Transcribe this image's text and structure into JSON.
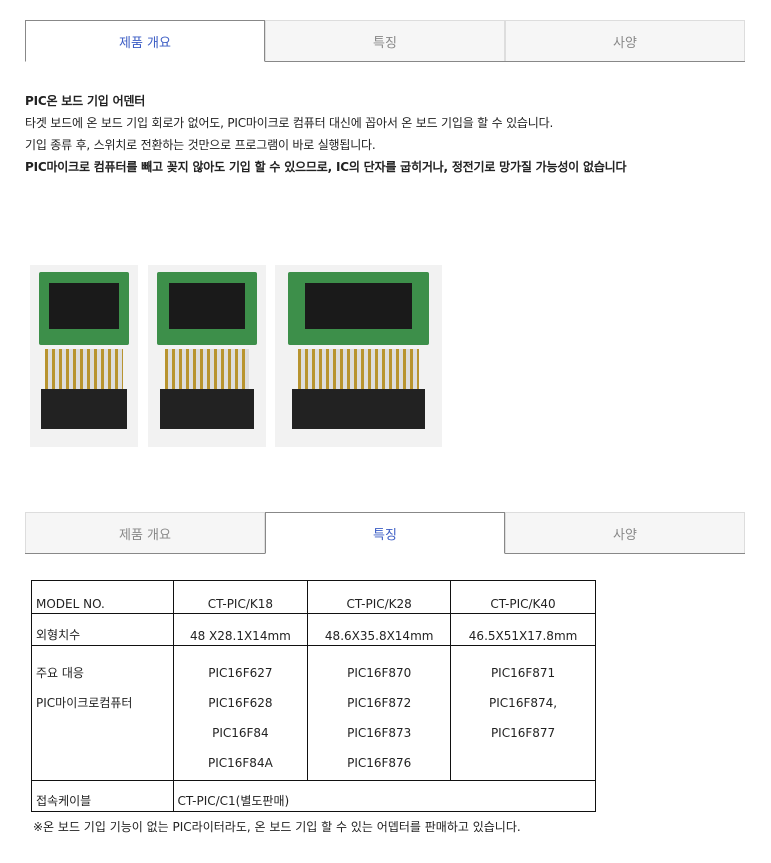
{
  "tabs": [
    "제품 개요",
    "특징",
    "사양"
  ],
  "intro": {
    "title": "PIC온 보드 기입 어덴터",
    "lines": [
      "타겟 보드에 온 보드 기입 회로가 없어도, PIC마이크로 컴퓨터 대신에 꼽아서 온 보드 기입을 할 수 있습니다.",
      "기입 종류 후, 스위치로 전환하는 것만으로 프로그램이 바로 실행됩니다."
    ],
    "bold_line": "PIC마이크로 컴퓨터를 빼고 꽂지 않아도 기입 할 수 있으므로, IC의 단자를 굽히거나, 정전기로 망가질 가능성이 없습니다"
  },
  "spec": {
    "model_label": "MODEL NO.",
    "models": [
      "CT-PIC/K18",
      "CT-PIC/K28",
      "CT-PIC/K40"
    ],
    "size_label": "외형치수",
    "sizes": [
      "48 X28.1X14mm",
      "48.6X35.8X14mm",
      "46.5X51X17.8mm"
    ],
    "support_label1": "주요 대응",
    "support_label2": "PIC마이크로컴퓨터",
    "support": [
      [
        "PIC16F627",
        "PIC16F628",
        "PIC16F84",
        "PIC16F84A"
      ],
      [
        "PIC16F870",
        "PIC16F872",
        "PIC16F873",
        "PIC16F876"
      ],
      [
        "PIC16F871",
        "PIC16F874,",
        "PIC16F877"
      ]
    ],
    "cable_label": "접속케이블",
    "cable": "CT-PIC/C1(별도판매)"
  },
  "note": "※온 보드 기입 기능이 없는 PIC라이터라도, 온 보드 기입 할 수 있는 어뎁터를 판매하고 있습니다."
}
